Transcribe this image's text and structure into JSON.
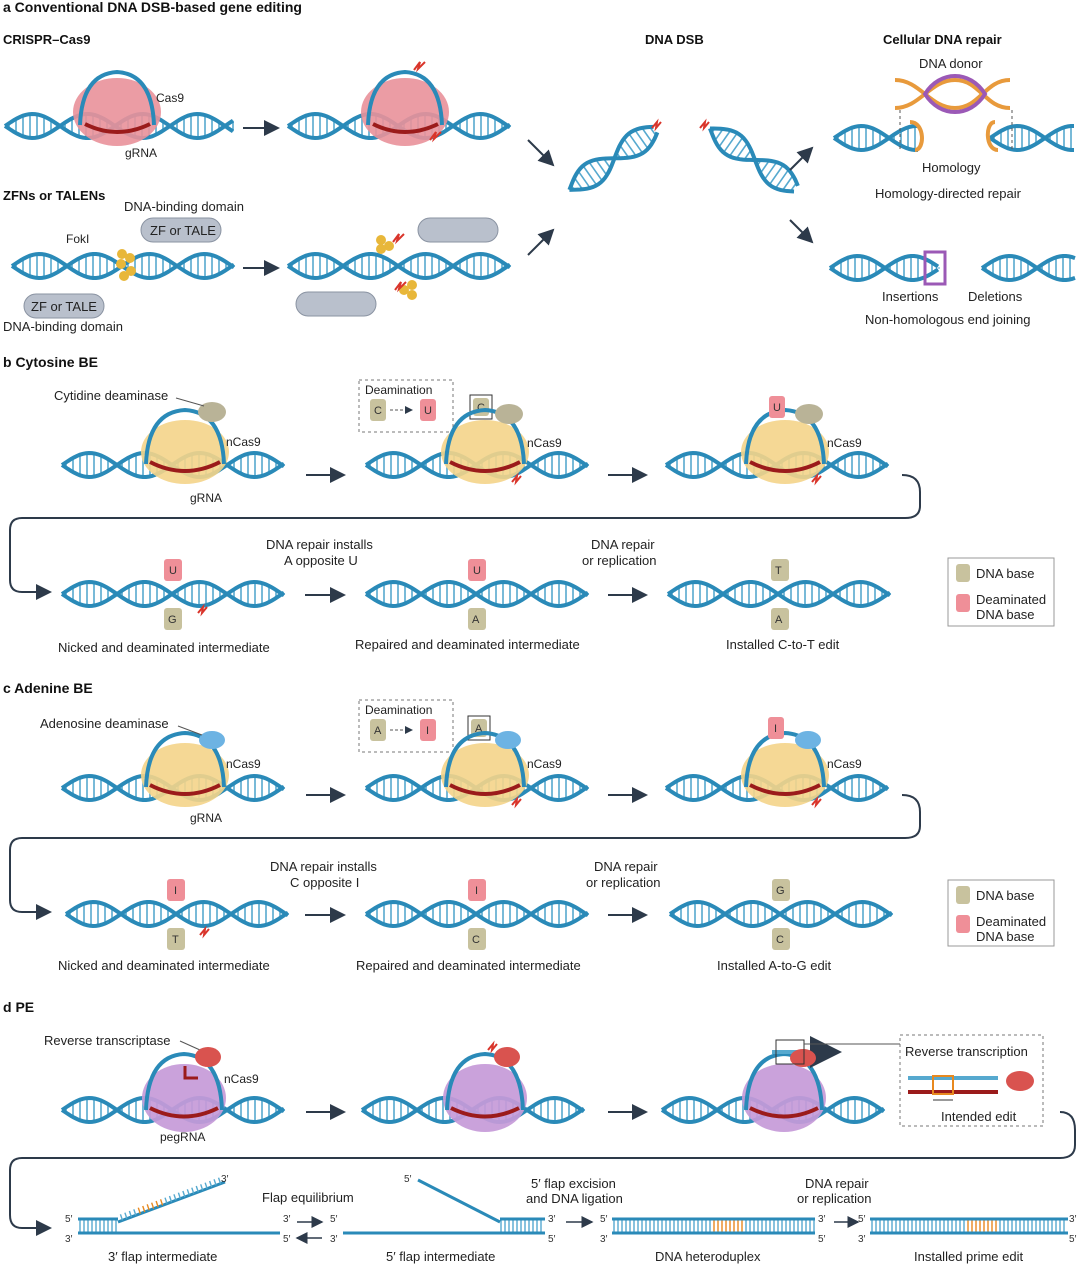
{
  "colors": {
    "dna_strand": "#2a8ab8",
    "dna_rung": "#56a9cf",
    "cas9": "#e9919a",
    "ncas9": "#f4d48a",
    "pe_cas9": "#c69ad8",
    "grna": "#9b1b1b",
    "cut": "#d9352b",
    "donor_purple": "#9b59b6",
    "homology": "#e89a3c",
    "zf_box": "#b9c0cc",
    "foki": "#e8b73a",
    "base_tan": "#c8c29e",
    "base_pink": "#ef8f98",
    "cd_enzyme": "#b9b397",
    "ad_enzyme": "#6db3e3",
    "rt_enzyme": "#d9534f",
    "edit_orange": "#e8891f",
    "arrow": "#2d3a4a"
  },
  "panel_a": {
    "header": "a  Conventional DNA DSB-based gene editing",
    "crispr_title": "CRISPR–Cas9",
    "cas9_label": "Cas9",
    "grna_label": "gRNA",
    "zfn_title": "ZFNs or TALENs",
    "dbd_label_top": "DNA-binding domain",
    "foki_label": "FokI",
    "zf_box_1": "ZF or TALE",
    "zf_box_2": "ZF or TALE",
    "dbd_label_bottom": "DNA-binding domain",
    "dsb_title": "DNA DSB",
    "repair_title": "Cellular DNA repair",
    "donor_label": "DNA donor",
    "homology_label": "Homology",
    "hdr_label": "Homology-directed repair",
    "insertions_label": "Insertions",
    "deletions_label": "Deletions",
    "nhej_label": "Non-homologous end joining"
  },
  "panel_b": {
    "header": "b  Cytosine BE",
    "enzyme_label": "Cytidine deaminase",
    "ncas9_1": "nCas9",
    "ncas9_2": "nCas9",
    "ncas9_3": "nCas9",
    "grna_label": "gRNA",
    "deamination_title": "Deamination",
    "deam_from": "C",
    "deam_to": "U",
    "deam_flip": "C",
    "step3_base": "U",
    "row2_top1": "U",
    "row2_bot1": "G",
    "row2_top2": "U",
    "row2_bot2": "A",
    "row2_top3": "T",
    "row2_bot3": "A",
    "repair_installs": "DNA repair installs",
    "repair_opposite": "A opposite U",
    "repair_or": "DNA repair",
    "repair_repl": "or replication",
    "caption1": "Nicked and deaminated intermediate",
    "caption2": "Repaired and deaminated intermediate",
    "caption3": "Installed C-to-T edit",
    "legend_base": "DNA base",
    "legend_deam_1": "Deaminated",
    "legend_deam_2": "DNA base"
  },
  "panel_c": {
    "header": "c  Adenine BE",
    "enzyme_label": "Adenosine deaminase",
    "ncas9_1": "nCas9",
    "ncas9_2": "nCas9",
    "ncas9_3": "nCas9",
    "grna_label": "gRNA",
    "deamination_title": "Deamination",
    "deam_from": "A",
    "deam_to": "I",
    "deam_flip": "A",
    "step3_base": "I",
    "row2_top1": "I",
    "row2_bot1": "T",
    "row2_top2": "I",
    "row2_bot2": "C",
    "row2_top3": "G",
    "row2_bot3": "C",
    "repair_installs": "DNA repair installs",
    "repair_opposite": "C opposite I",
    "repair_or": "DNA repair",
    "repair_repl": "or replication",
    "caption1": "Nicked and deaminated intermediate",
    "caption2": "Repaired and deaminated intermediate",
    "caption3": "Installed A-to-G edit",
    "legend_base": "DNA base",
    "legend_deam_1": "Deaminated",
    "legend_deam_2": "DNA base"
  },
  "panel_d": {
    "header": "d  PE",
    "rt_label": "Reverse transcriptase",
    "ncas9_label": "nCas9",
    "pegrna_label": "pegRNA",
    "rt_box_title": "Reverse transcription",
    "intended_edit": "Intended edit",
    "flap_eq": "Flap equilibrium",
    "excision_1": "5′ flap excision",
    "excision_2": "and DNA ligation",
    "repair_1": "DNA repair",
    "repair_2": "or replication",
    "caption1": "3′ flap intermediate",
    "caption2": "5′ flap intermediate",
    "caption3": "DNA heteroduplex",
    "caption4": "Installed prime edit",
    "end_5": "5′",
    "end_3": "3′"
  }
}
